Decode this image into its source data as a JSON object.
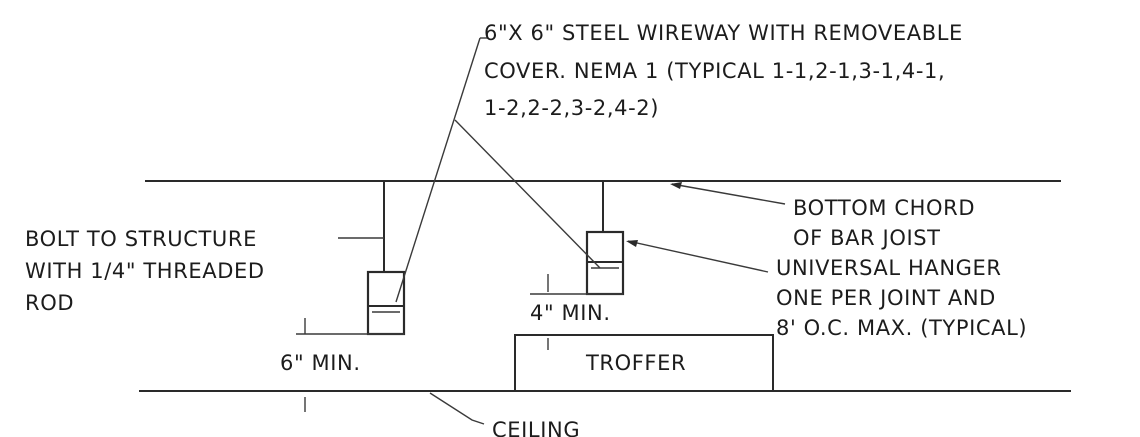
{
  "callouts": {
    "wireway_line1": "6\"X 6\" STEEL WIREWAY WITH REMOVEABLE",
    "wireway_line2": "COVER. NEMA 1 (TYPICAL 1-1,2-1,3-1,4-1,",
    "wireway_line3": "1-2,2-2,3-2,4-2)",
    "bottom_chord_line1": "BOTTOM CHORD",
    "bottom_chord_line2": "OF BAR JOIST",
    "hanger_line1": "UNIVERSAL HANGER",
    "hanger_line2": "ONE PER JOINT AND",
    "hanger_line3": "8' O.C. MAX. (TYPICAL)",
    "bolt_line1": "BOLT TO STRUCTURE",
    "bolt_line2": "WITH 1/4\" THREADED",
    "bolt_line3": "ROD",
    "troffer": "TROFFER",
    "ceiling": "CEILING"
  },
  "dimensions": {
    "left_clearance": "6\" MIN.",
    "right_clearance": "4\" MIN."
  },
  "colors": {
    "ink": "#2a2a2a",
    "background": "#ffffff"
  }
}
